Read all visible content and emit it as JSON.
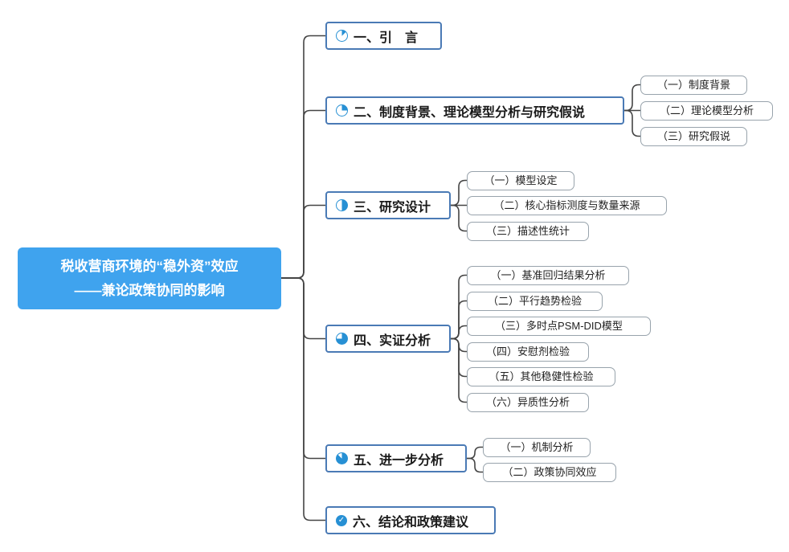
{
  "root": {
    "line1": "税收营商环境的“稳外资”效应",
    "line2": "——兼论政策协同的影响"
  },
  "branches": [
    {
      "label": "一、引　言",
      "icon": "progress-pie-1-8",
      "children": []
    },
    {
      "label": "二、制度背景、理论模型分析与研究假说",
      "icon": "progress-pie-1-4",
      "children": [
        {
          "label": "（一）制度背景"
        },
        {
          "label": "（二）理论模型分析"
        },
        {
          "label": "（三）研究假说"
        }
      ]
    },
    {
      "label": "三、研究设计",
      "icon": "progress-pie-1-2",
      "children": [
        {
          "label": "（一）模型设定"
        },
        {
          "label": "（二）核心指标测度与数量来源"
        },
        {
          "label": "（三）描述性统计"
        }
      ]
    },
    {
      "label": "四、实证分析",
      "icon": "progress-pie-3-4",
      "children": [
        {
          "label": "（一）基准回归结果分析"
        },
        {
          "label": "（二）平行趋势检验"
        },
        {
          "label": "（三）多时点PSM-DID模型"
        },
        {
          "label": "（四）安慰剂检验"
        },
        {
          "label": "（五）其他稳健性检验"
        },
        {
          "label": "（六）异质性分析"
        }
      ]
    },
    {
      "label": "五、进一步分析",
      "icon": "progress-pie-7-8",
      "children": [
        {
          "label": "（一）机制分析"
        },
        {
          "label": "（二）政策协同效应"
        }
      ]
    },
    {
      "label": "六、结论和政策建议",
      "icon": "check-done",
      "children": []
    }
  ],
  "colors": {
    "root_fill": "#3fa3ee",
    "accent_blue": "#2790d4",
    "main_border": "#4a7ab5",
    "sub_border": "#98a3ac",
    "connector": "#444444"
  }
}
